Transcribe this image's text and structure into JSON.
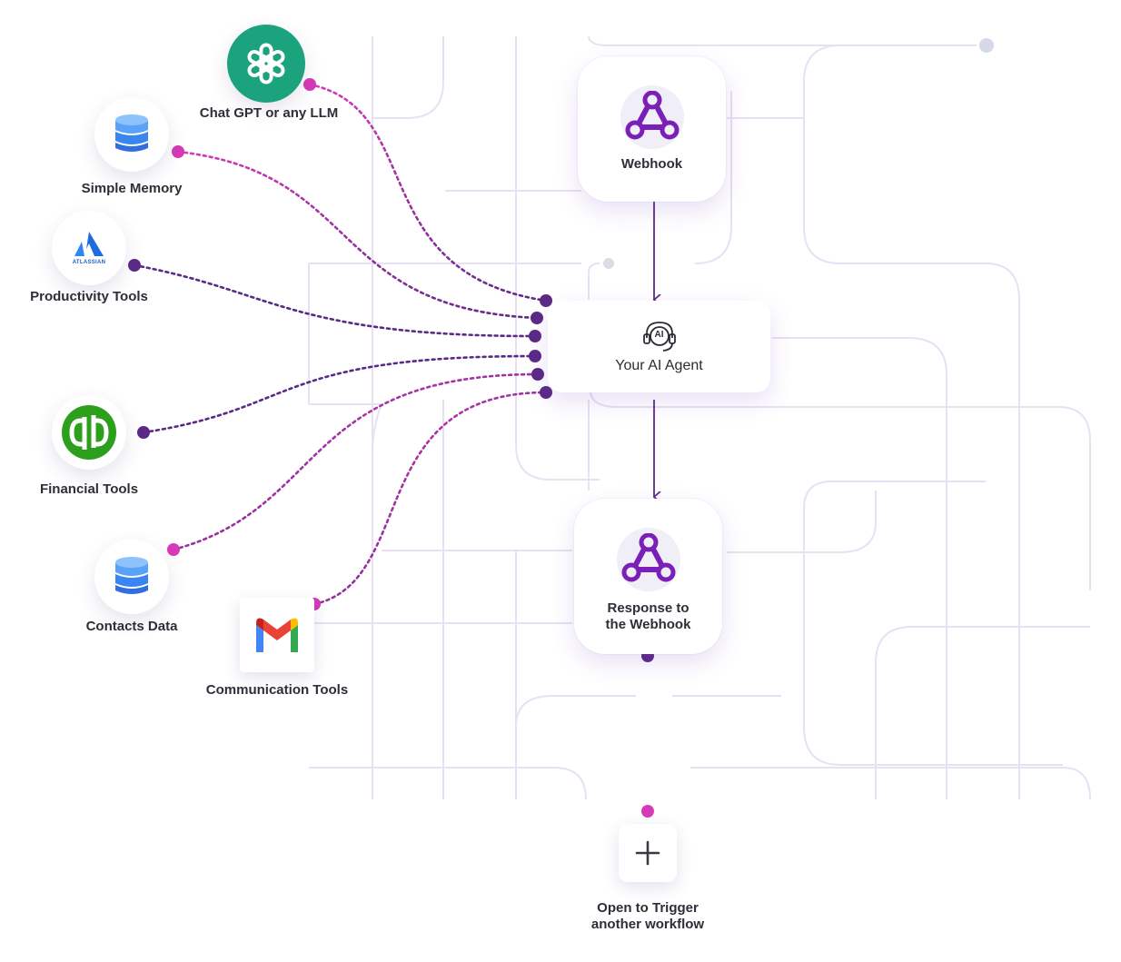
{
  "tools": {
    "chatgpt": {
      "label": "Chat GPT or any LLM",
      "icon": "openai-logo-icon",
      "color": "#1ba37e"
    },
    "memory": {
      "label": "Simple Memory",
      "icon": "database-icon"
    },
    "productivity": {
      "label": "Productivity Tools",
      "icon": "atlassian-logo-icon",
      "logo_text": "ATLASSIAN"
    },
    "financial": {
      "label": "Financial Tools",
      "icon": "quickbooks-logo-icon",
      "color": "#2ca01c"
    },
    "contacts": {
      "label": "Contacts Data",
      "icon": "database-icon"
    },
    "communication": {
      "label": "Communication Tools",
      "icon": "gmail-logo-icon"
    }
  },
  "flow": {
    "webhook": {
      "label": "Webhook",
      "icon": "webhook-icon"
    },
    "agent": {
      "label": "Your AI Agent",
      "icon": "ai-headset-icon",
      "icon_text": "AI"
    },
    "response": {
      "label_line1": "Response to",
      "label_line2": "the Webhook",
      "icon": "webhook-icon"
    },
    "trigger": {
      "label_line1": "Open to Trigger",
      "label_line2": "another workflow",
      "icon": "plus-icon"
    }
  },
  "colors": {
    "connector_purple": "#5b2a86",
    "connector_magenta": "#d63ab8",
    "accent": "#7a1fb8",
    "grid_line": "#e6def3"
  }
}
